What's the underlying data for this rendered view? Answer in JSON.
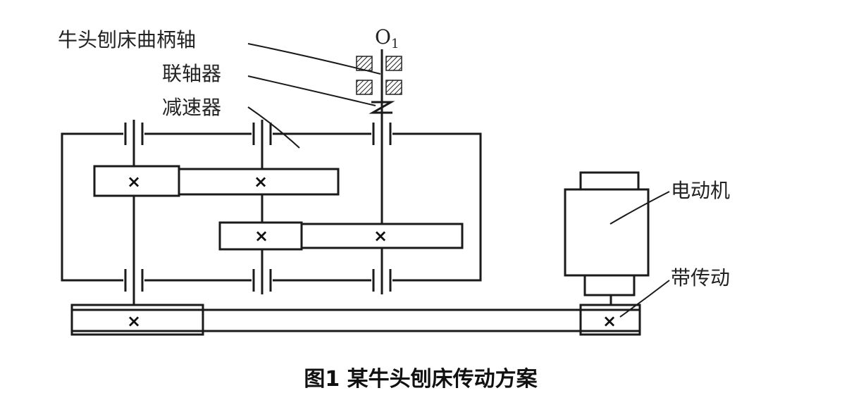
{
  "labels": {
    "crank_shaft": "牛头刨床曲柄轴",
    "coupling": "联轴器",
    "reducer": "减速器",
    "motor": "电动机",
    "belt": "带传动",
    "o1_letter": "O",
    "o1_sub": "1"
  },
  "gear_mark": "×",
  "caption": "图1  某牛头刨床传动方案"
}
